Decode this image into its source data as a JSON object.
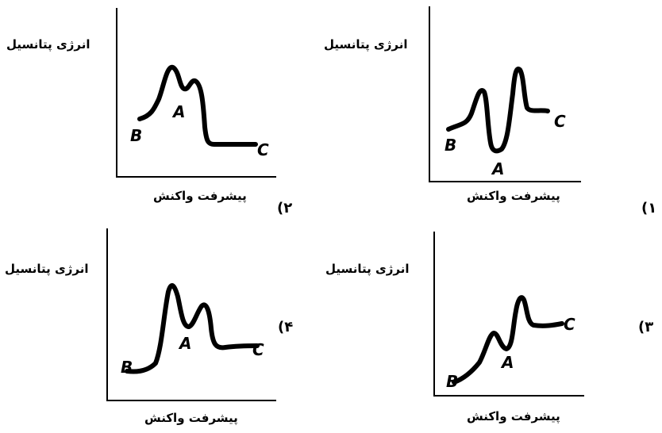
{
  "panels": [
    {
      "number": "۱)",
      "ylabel": "انرژی پتانسیل",
      "xlabel": "پیشرفت واکنش",
      "points": {
        "b": "B",
        "a": "A",
        "c": "C"
      }
    },
    {
      "number": "۲)",
      "ylabel": "انرژی پتانسیل",
      "xlabel": "پیشرفت واکنش",
      "points": {
        "b": "B",
        "a": "A",
        "c": "C"
      }
    },
    {
      "number": "۳)",
      "ylabel": "انرژی پتانسیل",
      "xlabel": "پیشرفت واکنش",
      "points": {
        "b": "B",
        "a": "A",
        "c": "C"
      }
    },
    {
      "number": "۴)",
      "ylabel": "انرژی پتانسیل",
      "xlabel": "پیشرفت واکنش",
      "points": {
        "b": "B",
        "a": "A",
        "c": "C"
      }
    }
  ]
}
